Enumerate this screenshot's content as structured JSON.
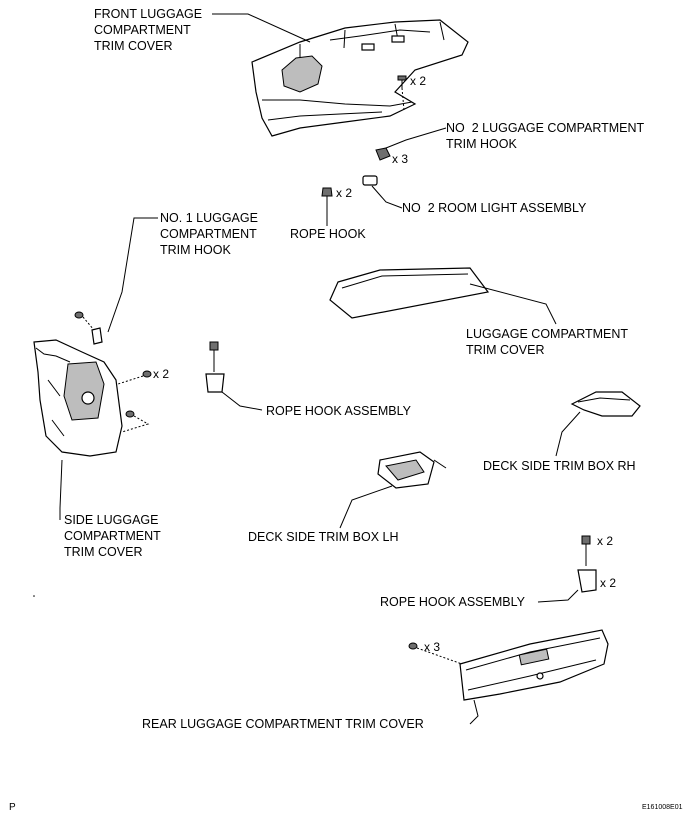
{
  "labels": {
    "front_trim_cover": "FRONT LUGGAGE\nCOMPARTMENT\nTRIM COVER",
    "no2_trim_hook": "NO  2 LUGGAGE COMPARTMENT\nTRIM HOOK",
    "no2_room_light": "NO  2 ROOM LIGHT ASSEMBLY",
    "rope_hook": "ROPE HOOK",
    "no1_trim_hook": "NO. 1 LUGGAGE\nCOMPARTMENT\nTRIM HOOK",
    "luggage_trim_cover": "LUGGAGE COMPARTMENT\nTRIM COVER",
    "rope_hook_assembly_left": "ROPE HOOK ASSEMBLY",
    "deck_box_rh": "DECK SIDE TRIM BOX RH",
    "deck_box_lh": "DECK SIDE TRIM BOX LH",
    "side_trim_cover": "SIDE LUGGAGE\nCOMPARTMENT\nTRIM COVER",
    "rope_hook_assembly_right": "ROPE HOOK ASSEMBLY",
    "rear_trim_cover": "REAR LUGGAGE COMPARTMENT TRIM COVER"
  },
  "quantities": {
    "front_clip": "x 2",
    "trim_hook": "x 3",
    "rope_hook": "x 2",
    "side_clip": "x 2",
    "right_bolt": "x 2",
    "right_hook": "x 2",
    "rear_clip": "x 3"
  },
  "footer": {
    "corner_letter": "P",
    "figure_id": "E161008E01"
  }
}
